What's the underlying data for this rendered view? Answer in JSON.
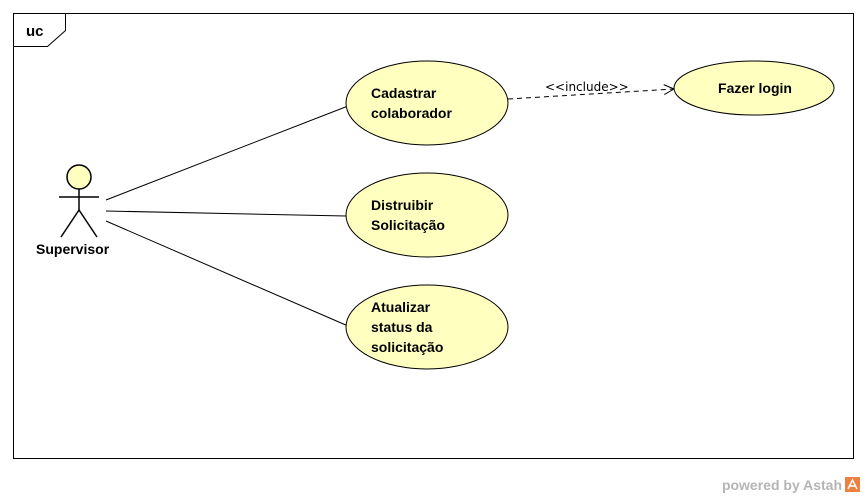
{
  "diagram": {
    "frame_label": "uc",
    "actor": {
      "name": "Supervisor"
    },
    "use_cases": {
      "cadastrar": [
        "Cadastrar",
        "colaborador"
      ],
      "distribuir": [
        "Distruibir",
        "Solicitação"
      ],
      "atualizar": [
        "Atualizar",
        "status da",
        "solicitação"
      ],
      "login": [
        "Fazer login"
      ]
    },
    "include_label": "<<include>>",
    "colors": {
      "use_case_fill": "#ffffc0",
      "stroke": "#000000",
      "actor_fill": "#ffffc0"
    }
  },
  "footer": {
    "powered_label": "powered by Astah",
    "logo_icon": "astah-logo-icon"
  }
}
